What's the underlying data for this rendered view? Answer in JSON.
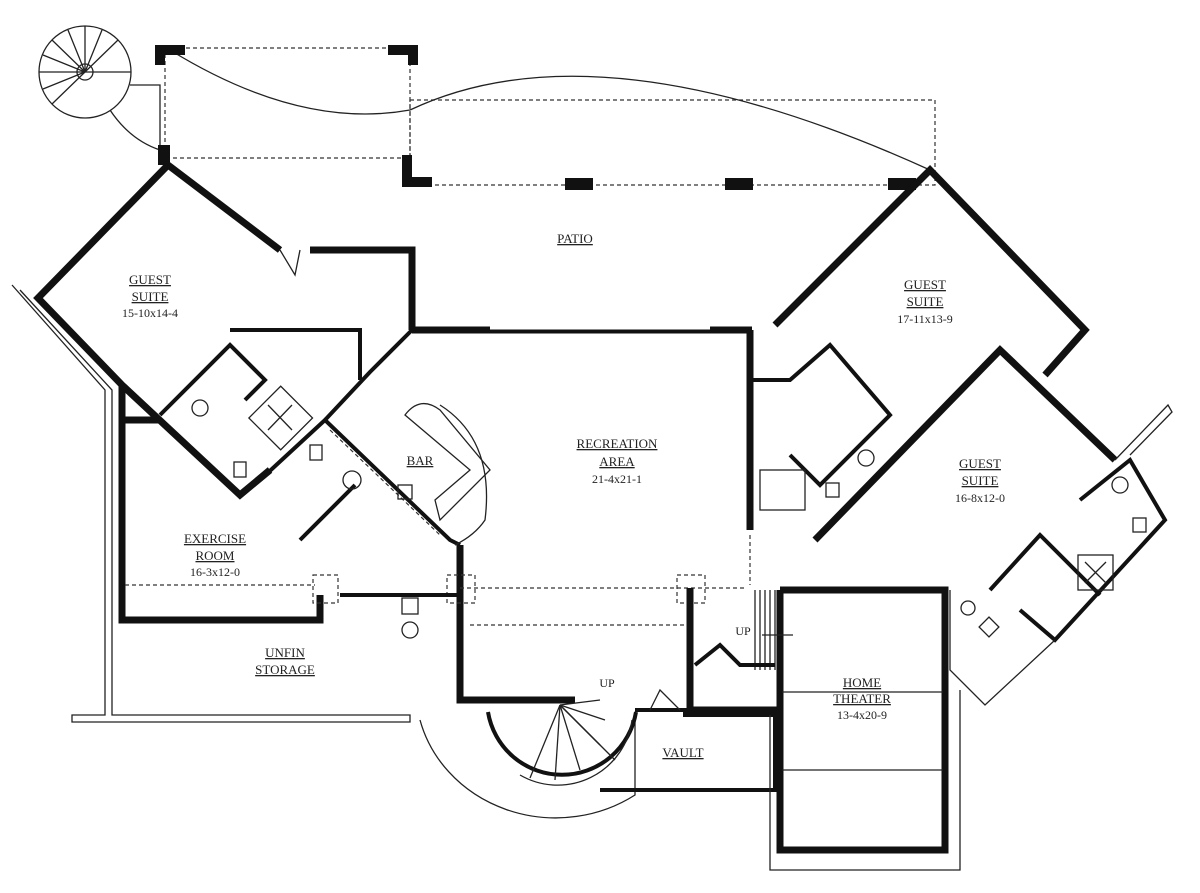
{
  "rooms": {
    "patio": {
      "name": "PATIO"
    },
    "guest_suite_1": {
      "name1": "GUEST",
      "name2": "SUITE",
      "dim": "15-10x14-4"
    },
    "guest_suite_2": {
      "name1": "GUEST",
      "name2": "SUITE",
      "dim": "17-11x13-9"
    },
    "guest_suite_3": {
      "name1": "GUEST",
      "name2": "SUITE",
      "dim": "16-8x12-0"
    },
    "recreation": {
      "name1": "RECREATION",
      "name2": "AREA",
      "dim": "21-4x21-1"
    },
    "bar": {
      "name": "BAR"
    },
    "exercise": {
      "name1": "EXERCISE",
      "name2": "ROOM",
      "dim": "16-3x12-0"
    },
    "storage": {
      "name1": "UNFIN",
      "name2": "STORAGE"
    },
    "home_theater": {
      "name1": "HOME",
      "name2": "THEATER",
      "dim": "13-4x20-9"
    },
    "vault": {
      "name": "VAULT"
    }
  },
  "stairs": {
    "up_main": "UP",
    "up_theater": "UP"
  }
}
